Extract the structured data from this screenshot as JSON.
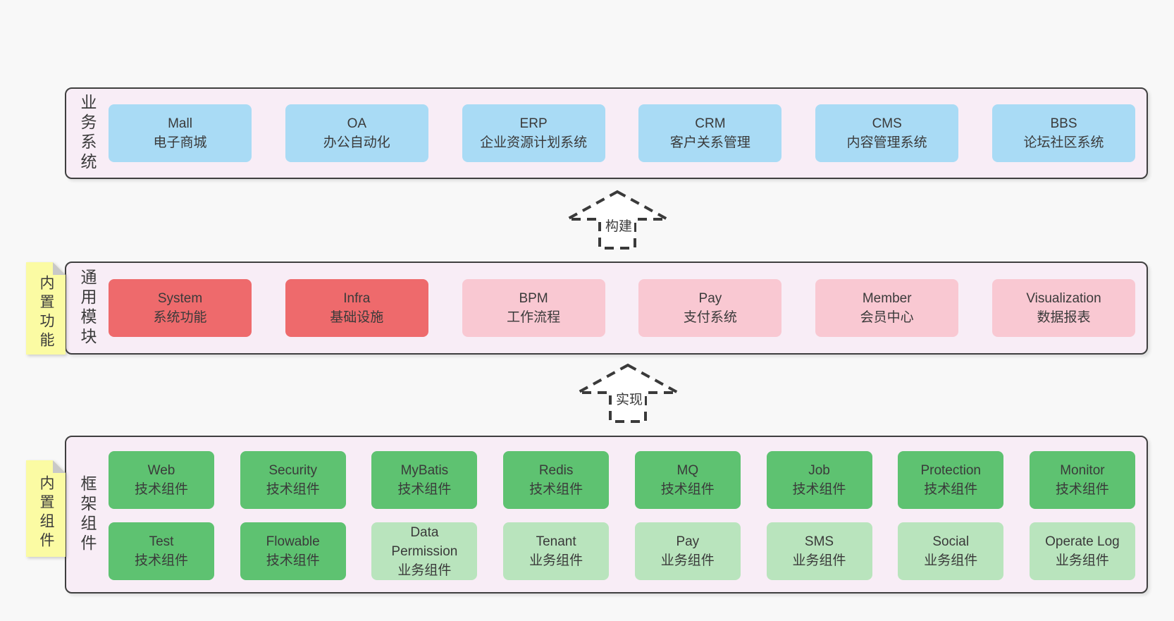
{
  "colors": {
    "page-bg": "#f8f8f8",
    "layer-bg": "#f8edf6",
    "border": "#3f3f3f",
    "text": "#3a3a3a",
    "blue": "#a9dbf5",
    "red": "#ee6a6c",
    "pink": "#f9c8d2",
    "green": "#5ec271",
    "lightgreen": "#b9e4bd",
    "yellow": "#fbfba3",
    "fold": "#c8c8c8"
  },
  "arrows": {
    "build": "构建",
    "implement": "实现"
  },
  "layers": {
    "business": {
      "label": "业务系统",
      "boxes": [
        {
          "name": "Mall",
          "desc": "电子商城"
        },
        {
          "name": "OA",
          "desc": "办公自动化"
        },
        {
          "name": "ERP",
          "desc": "企业资源计划系统"
        },
        {
          "name": "CRM",
          "desc": "客户关系管理"
        },
        {
          "name": "CMS",
          "desc": "内容管理系统"
        },
        {
          "name": "BBS",
          "desc": "论坛社区系统"
        }
      ]
    },
    "modules": {
      "label": "通用模块",
      "note": "内置功能",
      "boxes": [
        {
          "name": "System",
          "desc": "系统功能"
        },
        {
          "name": "Infra",
          "desc": "基础设施"
        },
        {
          "name": "BPM",
          "desc": "工作流程"
        },
        {
          "name": "Pay",
          "desc": "支付系统"
        },
        {
          "name": "Member",
          "desc": "会员中心"
        },
        {
          "name": "Visualization",
          "desc": "数据报表"
        }
      ]
    },
    "framework": {
      "label": "框架组件",
      "note": "内置组件",
      "rows": [
        [
          {
            "name": "Web",
            "desc": "技术组件"
          },
          {
            "name": "Security",
            "desc": "技术组件"
          },
          {
            "name": "MyBatis",
            "desc": "技术组件"
          },
          {
            "name": "Redis",
            "desc": "技术组件"
          },
          {
            "name": "MQ",
            "desc": "技术组件"
          },
          {
            "name": "Job",
            "desc": "技术组件"
          },
          {
            "name": "Protection",
            "desc": "技术组件"
          },
          {
            "name": "Monitor",
            "desc": "技术组件"
          }
        ],
        [
          {
            "name": "Test",
            "desc": "技术组件"
          },
          {
            "name": "Flowable",
            "desc": "技术组件"
          },
          {
            "name": "Data Permission",
            "desc": "业务组件"
          },
          {
            "name": "Tenant",
            "desc": "业务组件"
          },
          {
            "name": "Pay",
            "desc": "业务组件"
          },
          {
            "name": "SMS",
            "desc": "业务组件"
          },
          {
            "name": "Social",
            "desc": "业务组件"
          },
          {
            "name": "Operate Log",
            "desc": "业务组件"
          }
        ]
      ]
    }
  }
}
